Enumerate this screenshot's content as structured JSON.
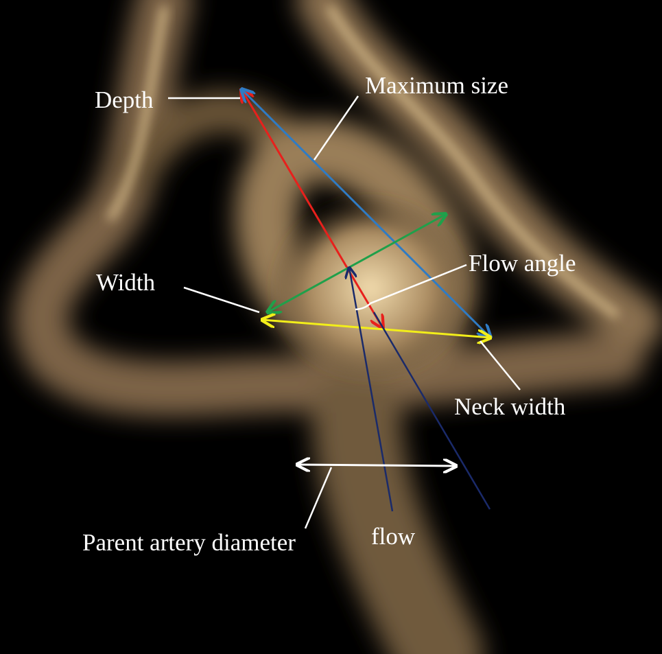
{
  "labels": {
    "depth": "Depth",
    "maximum_size": "Maximum size",
    "flow_angle": "Flow angle",
    "width": "Width",
    "neck_width": "Neck width",
    "parent_artery_diameter": "Parent artery diameter",
    "flow": "flow"
  },
  "colors": {
    "depth_line": "#e8201c",
    "maximum_size_line": "#2f7bc4",
    "width_line": "#1fa04a",
    "neck_width_line": "#f2ee1a",
    "flow_lines": "#1a2a6a",
    "leaders": "#ffffff",
    "vessel": "#c8a878"
  }
}
